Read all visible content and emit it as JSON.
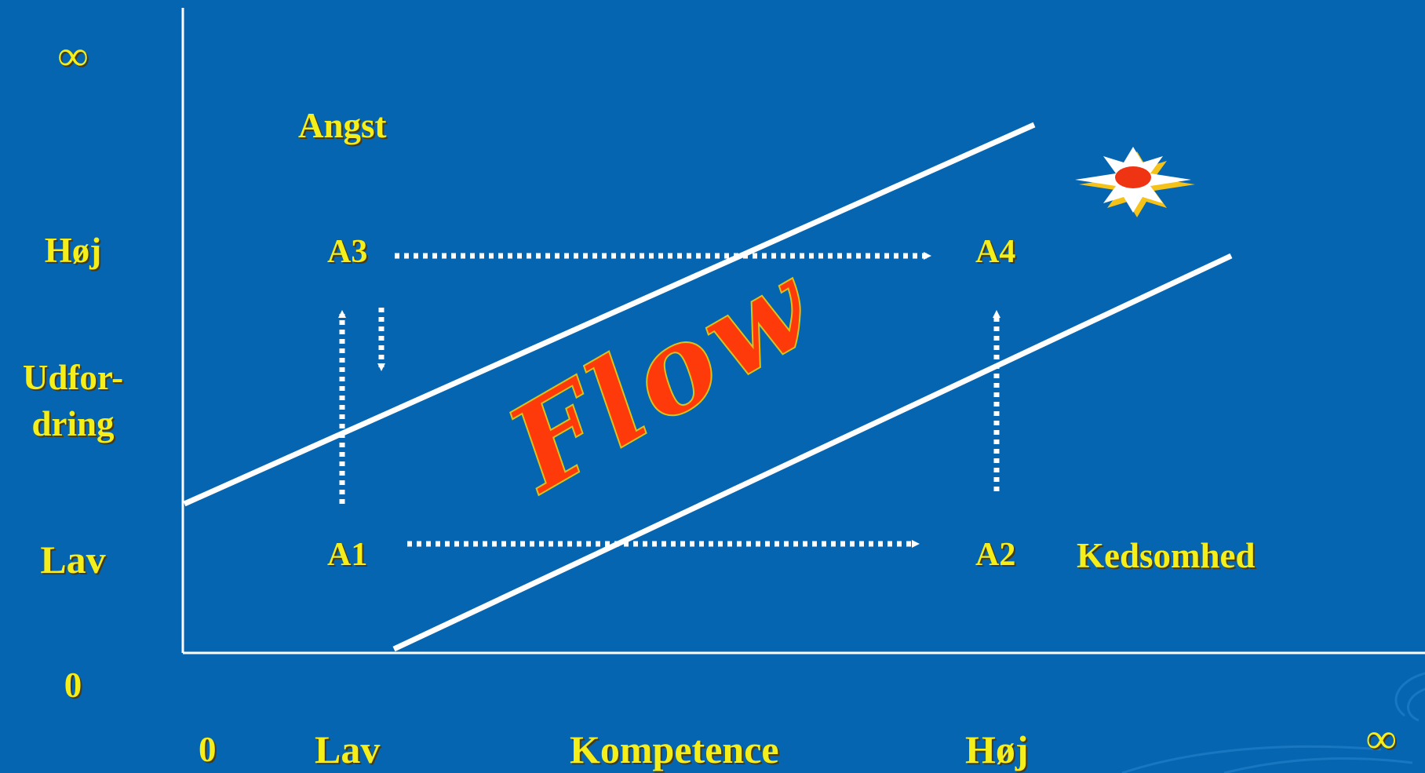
{
  "y_axis": {
    "infinity": "∞",
    "high": "Høj",
    "title_line1": "Udfor-",
    "title_line2": "dring",
    "low": "Lav",
    "zero": "0"
  },
  "x_axis": {
    "zero": "0",
    "low": "Lav",
    "title": "Kompetence",
    "high": "Høj",
    "infinity": "∞"
  },
  "zones": {
    "anxiety": "Angst",
    "boredom": "Kedsomhed",
    "flow": "Flow"
  },
  "points": {
    "a1": "A1",
    "a2": "A2",
    "a3": "A3",
    "a4": "A4"
  },
  "colors": {
    "background": "#0565b0",
    "label": "#f4ee1a",
    "flow": "#ff3a0a",
    "axis": "#ffffff"
  }
}
